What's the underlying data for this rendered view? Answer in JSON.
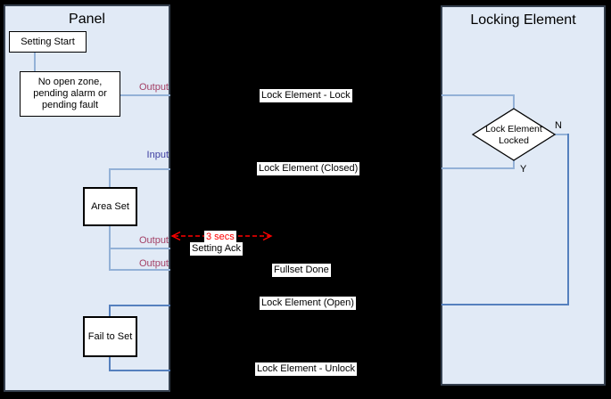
{
  "colors": {
    "background": "#000000",
    "panel_fill": "#e1eaf6",
    "panel_border": "#35404f",
    "connector_light": "#93b1d7",
    "connector_dark": "#5580be",
    "output_label": "#a34066",
    "input_label": "#3c3ca0",
    "measure_red": "#ff0000",
    "node_fill": "#ffffff"
  },
  "left_panel": {
    "title": "Panel",
    "boxes": {
      "setting_start": "Setting Start",
      "no_open_zone_lines": [
        "No open zone,",
        "pending alarm or",
        "pending fault"
      ],
      "area_set": "Area Set",
      "fail_to_set": "Fail to Set"
    },
    "port_labels": {
      "output_lock": "Output",
      "input_closed": "Input",
      "output_ack": "Output",
      "output_fullset": "Output"
    }
  },
  "right_panel": {
    "title": "Locking Element",
    "decision_lines": [
      "Lock Element",
      "Locked"
    ],
    "branch_no": "N",
    "branch_yes": "Y"
  },
  "messages": {
    "lock": "Lock Element - Lock",
    "closed": "Lock Element (Closed)",
    "duration": "3 secs",
    "setting_ack": "Setting Ack",
    "fullset_done": "Fullset Done",
    "open": "Lock Element (Open)",
    "unlock": "Lock Element - Unlock"
  }
}
